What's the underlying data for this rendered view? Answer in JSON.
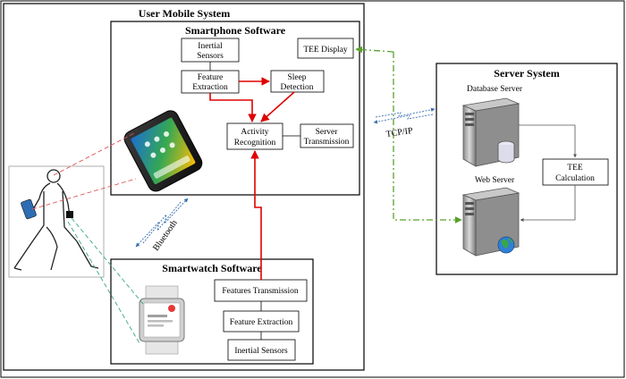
{
  "user_system": {
    "title": "User Mobile System",
    "smartphone": {
      "title": "Smartphone Software",
      "inertial_l1": "Inertial",
      "inertial_l2": "Sensors",
      "feature_l1": "Feature",
      "feature_l2": "Extraction",
      "sleep_l1": "Sleep",
      "sleep_l2": "Detection",
      "activity_l1": "Activity",
      "activity_l2": "Recognition",
      "server_l1": "Server",
      "server_l2": "Transmission",
      "tee_display": "TEE Display"
    },
    "smartwatch": {
      "title": "Smartwatch Software",
      "features_transmission": "Features Transmission",
      "feature_extraction": "Feature Extraction",
      "inertial_sensors": "Inertial Sensors"
    },
    "bluetooth_label": "Bluetooth"
  },
  "server_system": {
    "title": "Server System",
    "database_server": "Database Server",
    "web_server": "Web Server",
    "tee_l1": "TEE",
    "tee_l2": "Calculation"
  },
  "link_label": "TCP/IP",
  "colors": {
    "data_flow": "#e00000",
    "network_link": "#5aa02c",
    "server_tower": "#9a9a9a"
  }
}
